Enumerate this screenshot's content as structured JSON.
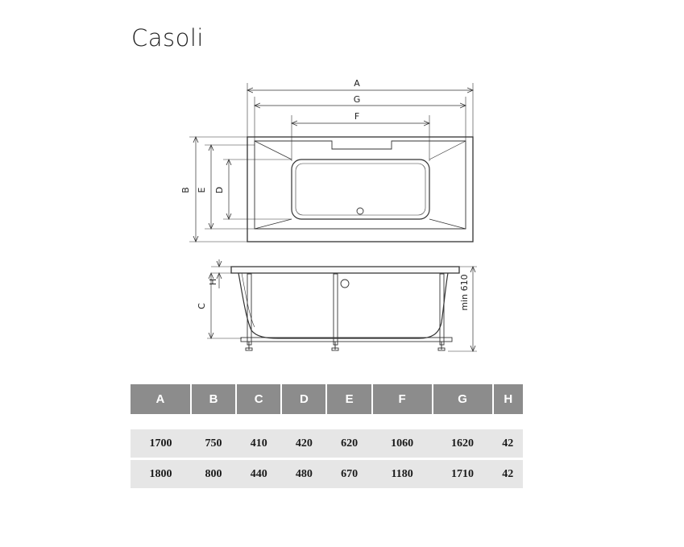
{
  "title": "Casoli",
  "dimension_labels": {
    "a": "A",
    "b": "B",
    "c": "C",
    "d": "D",
    "e": "E",
    "f": "F",
    "g": "G",
    "h": "H",
    "min_height": "min 610"
  },
  "table": {
    "headers": [
      "A",
      "B",
      "C",
      "D",
      "E",
      "F",
      "G",
      "H"
    ],
    "rows": [
      [
        "1700",
        "750",
        "410",
        "420",
        "620",
        "1060",
        "1620",
        "42"
      ],
      [
        "1800",
        "800",
        "440",
        "480",
        "670",
        "1180",
        "1710",
        "42"
      ]
    ]
  },
  "colors": {
    "header_bg": "#8c8c8c",
    "row_bg": "#e6e6e6",
    "line": "#333333"
  }
}
